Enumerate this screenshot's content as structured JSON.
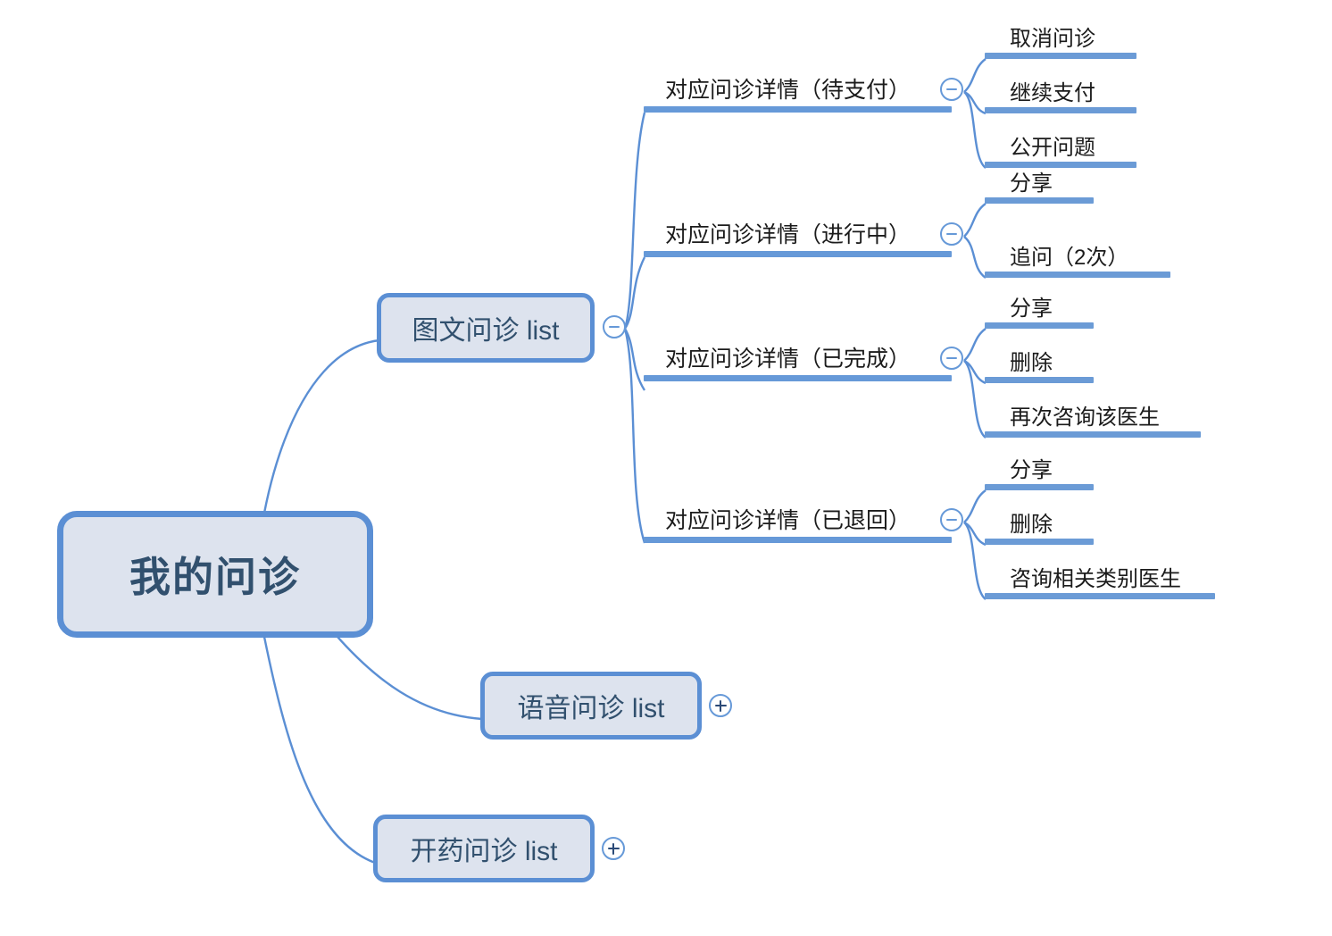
{
  "diagram": {
    "type": "mind-map",
    "title": "我的问诊",
    "colors": {
      "node_fill": "#dde3ee",
      "node_border": "#5b8fd4",
      "connector": "#5b8fd4",
      "bar": "#6699d8",
      "root_text": "#31506e",
      "branch_text": "#1b1b1b",
      "background": "#ffffff"
    }
  },
  "root": {
    "label": "我的问诊"
  },
  "branches": [
    {
      "label": "图文问诊 list",
      "toggle": "minus",
      "toggle_icon": "circle-minus-icon",
      "expanded": true,
      "children": [
        {
          "label": "对应问诊详情（待支付）",
          "toggle": "minus",
          "toggle_icon": "circle-minus-icon",
          "expanded": true,
          "children": [
            {
              "label": "取消问诊"
            },
            {
              "label": "继续支付"
            },
            {
              "label": "公开问题"
            }
          ]
        },
        {
          "label": "对应问诊详情（进行中）",
          "toggle": "minus",
          "toggle_icon": "circle-minus-icon",
          "expanded": true,
          "children": [
            {
              "label": "分享"
            },
            {
              "label": "追问（2次）"
            }
          ]
        },
        {
          "label": "对应问诊详情（已完成）",
          "toggle": "minus",
          "toggle_icon": "circle-minus-icon",
          "expanded": true,
          "children": [
            {
              "label": "分享"
            },
            {
              "label": "删除"
            },
            {
              "label": "再次咨询该医生"
            }
          ]
        },
        {
          "label": "对应问诊详情（已退回）",
          "toggle": "minus",
          "toggle_icon": "circle-minus-icon",
          "expanded": true,
          "children": [
            {
              "label": "分享"
            },
            {
              "label": "删除"
            },
            {
              "label": "咨询相关类别医生"
            }
          ]
        }
      ]
    },
    {
      "label": "语音问诊 list",
      "toggle": "plus",
      "toggle_icon": "circle-plus-icon",
      "expanded": false,
      "children": []
    },
    {
      "label": "开药问诊 list",
      "toggle": "plus",
      "toggle_icon": "circle-plus-icon",
      "expanded": false,
      "children": []
    }
  ]
}
